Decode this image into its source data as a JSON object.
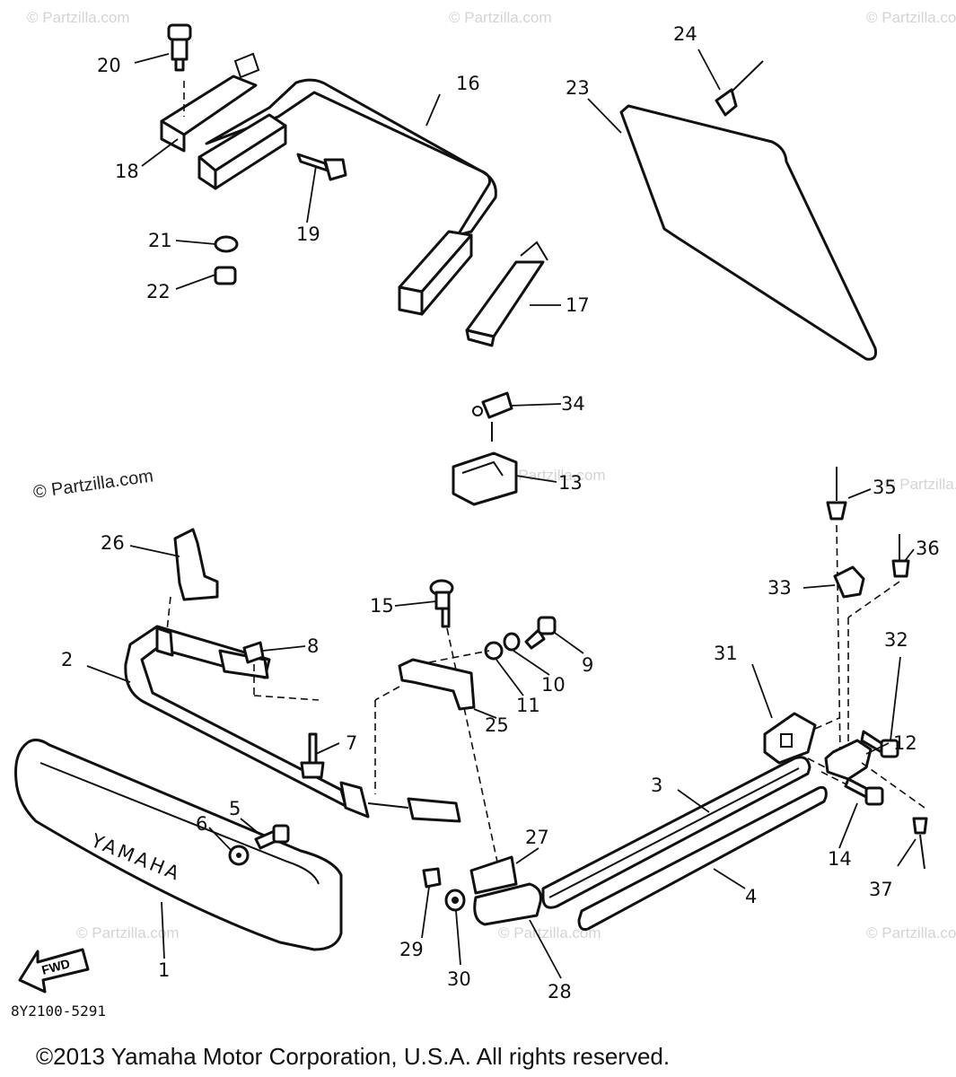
{
  "watermarks": {
    "corner": "© Partzilla.com",
    "main": "© Partzilla.com"
  },
  "diagram_code": "8Y2100-5291",
  "copyright": "©2013 Yamaha Motor Corporation, U.S.A. All rights reserved.",
  "brand_text": "YAMAHA",
  "fwd_text": "FWD",
  "callouts": {
    "c1": "1",
    "c2": "2",
    "c3": "3",
    "c4": "4",
    "c5": "5",
    "c6": "6",
    "c7": "7",
    "c8": "8",
    "c9": "9",
    "c10": "10",
    "c11": "11",
    "c12": "12",
    "c13": "13",
    "c14": "14",
    "c15": "15",
    "c16": "16",
    "c17": "17",
    "c18": "18",
    "c19": "19",
    "c20": "20",
    "c21": "21",
    "c22": "22",
    "c23": "23",
    "c24": "24",
    "c25": "25",
    "c26": "26",
    "c27": "27",
    "c28": "28",
    "c29": "29",
    "c30": "30",
    "c31": "31",
    "c32": "32",
    "c33": "33",
    "c34": "34",
    "c35": "35",
    "c36": "36",
    "c37": "37"
  }
}
